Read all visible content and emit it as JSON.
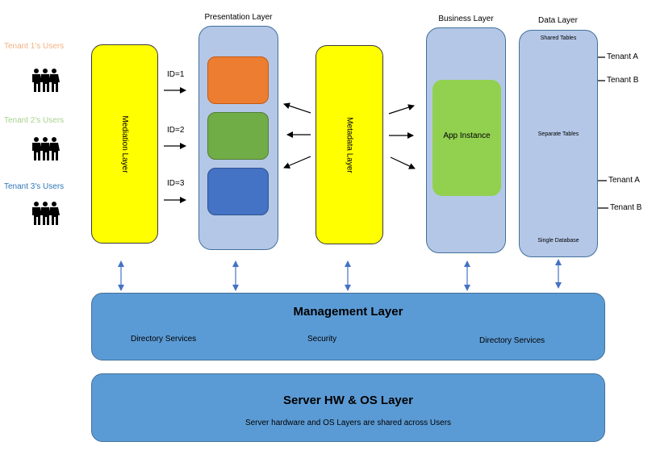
{
  "tenants": [
    {
      "label": "Tenant 1's Users",
      "color": "#f4b183"
    },
    {
      "label": "Tenant 2's Users",
      "color": "#a9d18e"
    },
    {
      "label": "Tenant 3's Users",
      "color": "#2e75b6"
    }
  ],
  "mediation_layer": {
    "label": "Mediation Layer"
  },
  "routing_ids": [
    "ID=1",
    "ID=2",
    "ID=3"
  ],
  "presentation_layer": {
    "title": "Presentation Layer",
    "blocks": [
      {
        "color": "#ed7d31"
      },
      {
        "color": "#70ad47"
      },
      {
        "color": "#4472c4"
      }
    ]
  },
  "metadata_layer": {
    "label": "Metadata Layer"
  },
  "business_layer": {
    "title": "Business Layer",
    "app_instance": "App Instance",
    "app_color": "#92d050"
  },
  "data_layer": {
    "title": "Data Layer",
    "shared_tables": "Shared Tables",
    "separate_tables": "Separate Tables",
    "single_database": "Single Database",
    "tenant_a": "Tenant A",
    "tenant_b": "Tenant B",
    "tenant_a_color": "#ffff00",
    "tenant_b_color": "#f4b132"
  },
  "management_layer": {
    "title": "Management Layer",
    "items": [
      "Directory Services",
      "Security",
      "Directory Services"
    ]
  },
  "server_layer": {
    "title": "Server HW & OS Layer",
    "subtitle": "Server hardware and OS Layers are shared across Users"
  },
  "colors": {
    "yellow": "#ffff00",
    "pale_blue": "#b4c7e7",
    "mid_blue": "#5b9bd5",
    "arrow_blue": "#4472c4"
  }
}
